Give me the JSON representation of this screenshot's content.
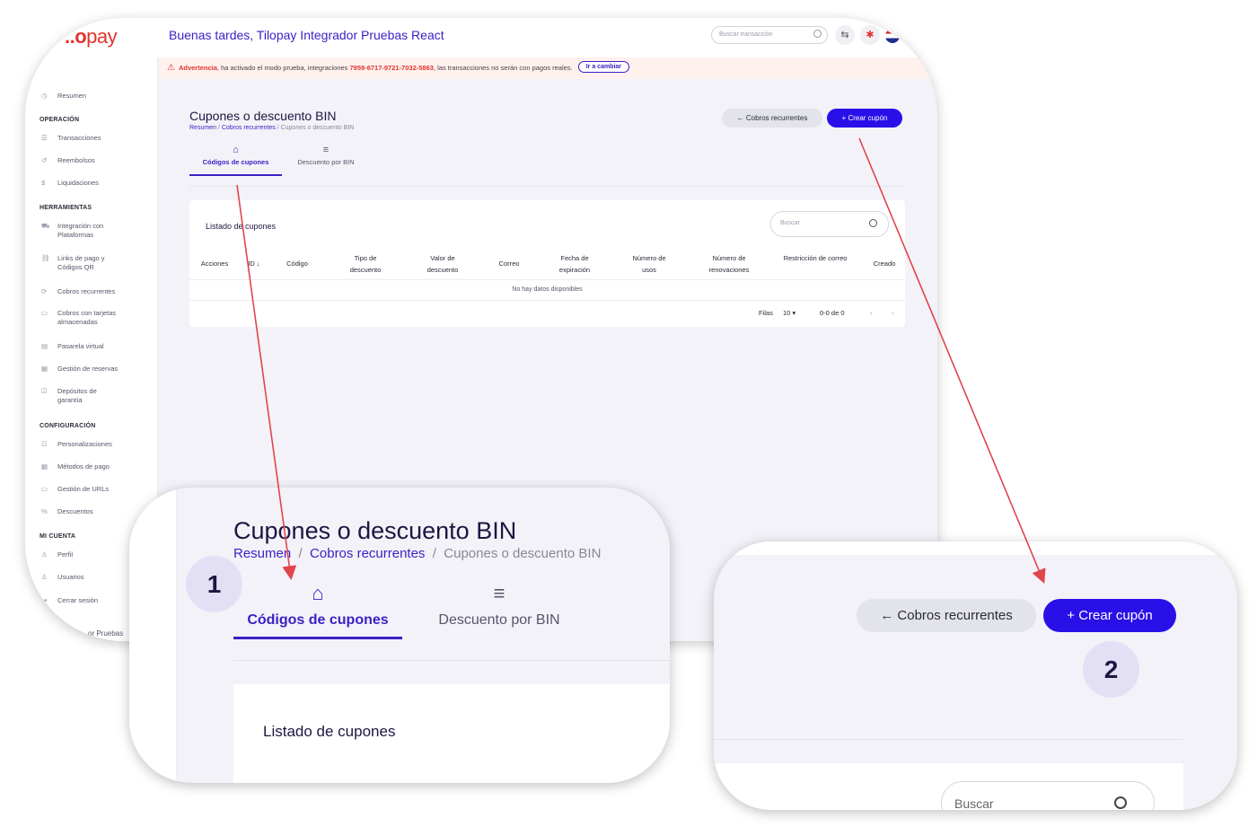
{
  "app": {
    "logo_mark": "..o",
    "logo_text": "pay",
    "greeting": "Buenas tardes, Tilopay Integrador Pruebas React",
    "search_placeholder": "Buscar transacción"
  },
  "warning": {
    "label": "Advertencia",
    "text_before": ", ha activado el modo prueba, integraciones ",
    "code": "7959-6717-9721-7032-5863",
    "text_after": ", las transacciones no serán con pagos reales.",
    "button": "Ir a cambiar"
  },
  "sidebar": {
    "summary": "Resumen",
    "sections": [
      {
        "title": "OPERACIÓN",
        "items": [
          "Transacciones",
          "Reembolsos",
          "Liquidaciones"
        ]
      },
      {
        "title": "HERRAMIENTAS",
        "items": [
          "Integración con Plataformas",
          "Links de pago y Códigos QR",
          "Cobros recurrentes",
          "Cobros con tarjetas almacenadas",
          "Pasarela virtual",
          "Gestión de reservas",
          "Depósitos de garantía"
        ]
      },
      {
        "title": "CONFIGURACIÓN",
        "items": [
          "Personalizaciones",
          "Métodos de pago",
          "Gestión de URLs",
          "Descuentos"
        ]
      },
      {
        "title": "MI CUENTA",
        "items": [
          "Perfil",
          "Usuarios",
          "Cerrar sesión"
        ]
      }
    ],
    "footer": "or Pruebas"
  },
  "page": {
    "title": "Cupones o descuento BIN",
    "breadcrumb": [
      "Resumen",
      "Cobros recurrentes",
      "Cupones o descuento BIN"
    ],
    "btn_back": "Cobros recurrentes",
    "btn_create": "Crear cupón",
    "tabs": [
      "Códigos de cupones",
      "Descuento por BIN"
    ]
  },
  "table": {
    "title": "Listado de cupones",
    "search_placeholder": "Buscar",
    "columns": [
      "Acciones",
      "ID",
      "Código",
      "Tipo de descuento",
      "Valor de descuento",
      "Correo",
      "Fecha de expiración",
      "Número de usos",
      "Número de renovaciones",
      "Restricción de correo",
      "Creado"
    ],
    "empty": "No hay datos disponibles",
    "rows_label": "Filas",
    "rows_value": "10",
    "range": "0-0 de 0"
  },
  "zoom1": {
    "title": "Cupones o descuento BIN",
    "breadcrumb": [
      "Resumen",
      "Cobros recurrentes",
      "Cupones o descuento BIN"
    ],
    "tabs": [
      "Códigos de cupones",
      "Descuento por BIN"
    ],
    "card_title": "Listado de cupones",
    "step": "1"
  },
  "zoom2": {
    "btn_back": "Cobros recurrentes",
    "btn_create": "Crear cupón",
    "search_placeholder": "Buscar",
    "step": "2"
  },
  "colors": {
    "brand_red": "#e2342f",
    "primary": "#2a10e8",
    "link": "#3b1fc4",
    "badge": "#e3e0f6",
    "arrow": "#e0454b"
  }
}
